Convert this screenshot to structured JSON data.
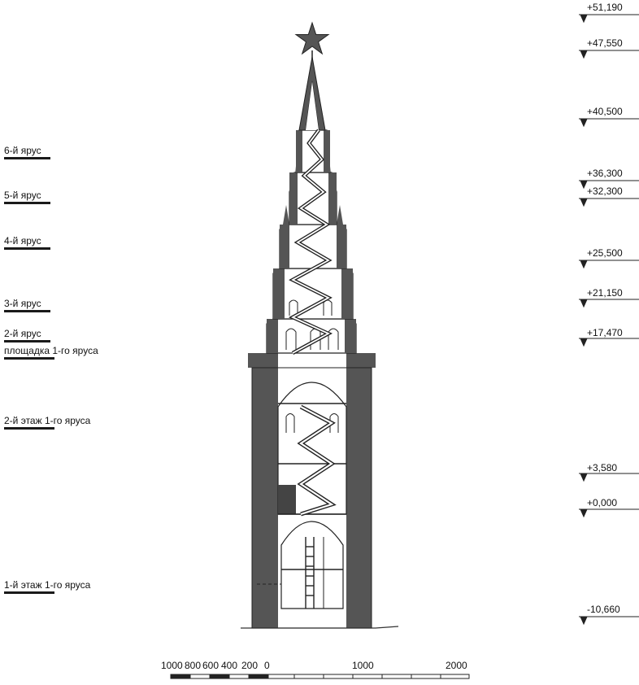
{
  "tiers": [
    {
      "label": "6-й ярус"
    },
    {
      "label": "5-й ярус"
    },
    {
      "label": "4-й ярус"
    },
    {
      "label": "3-й ярус"
    },
    {
      "label": "2-й ярус"
    },
    {
      "label": "площадка 1-го яруса"
    },
    {
      "label": "2-й этаж 1-го яруса"
    },
    {
      "label": "1-й этаж 1-го яруса"
    }
  ],
  "elevations": [
    "+51,190",
    "+47,550",
    "+40,500",
    "+36,300",
    "+32,300",
    "+25,500",
    "+21,150",
    "+17,470",
    "+3,580",
    "+0,000",
    "-10,660"
  ],
  "scale": {
    "left_labels": [
      "1000",
      "800",
      "600",
      "400",
      "200",
      "0"
    ],
    "right_labels": [
      "1000",
      "2000"
    ]
  },
  "colors": {
    "wall": "#505050",
    "line": "#1a1a1a",
    "background": "#ffffff"
  }
}
